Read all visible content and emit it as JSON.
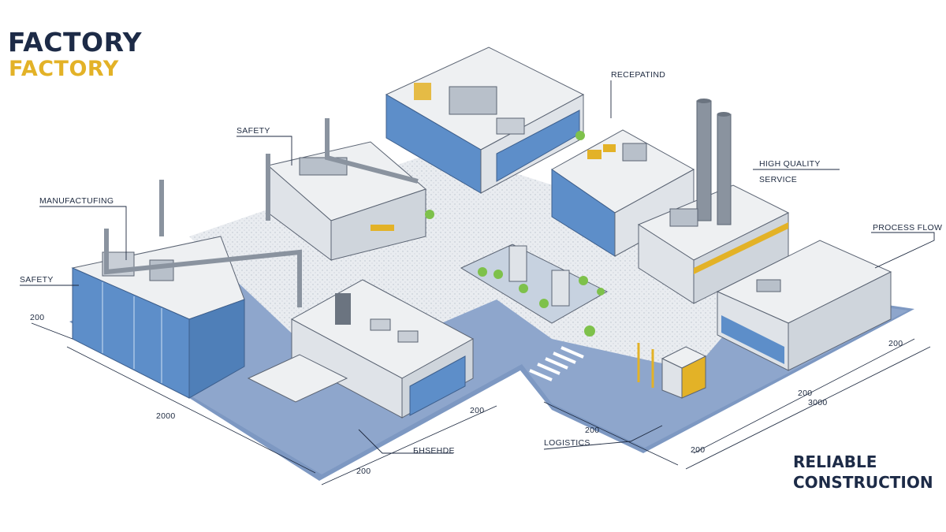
{
  "title": {
    "line1": "FACTORY",
    "line2": "FACTORY"
  },
  "callouts": {
    "manufacturing": "MANUFACTUFING",
    "safety_top": "SAFETY",
    "safety_left": "SAFETY",
    "reception": "RECEPATIND",
    "high_quality": "HIGH QUALITY",
    "service": "SERVICE",
    "process_flow": "PROCESS FLOW",
    "logistics": "LOGISTICS",
    "warehouse": "БНSEHDE"
  },
  "dimensions": {
    "d_left": "200",
    "d_front_left": "2000",
    "d_front_mid": "200",
    "d_bottom_left": "200",
    "d_logistics": "200",
    "d_right_a": "200",
    "d_right_b": "3000",
    "d_right_c": "200",
    "d_right_top": "200"
  },
  "tagline": {
    "line1": "RELIABLE",
    "line2": "CONSTRUCTION"
  },
  "colors": {
    "navy": "#1d2b47",
    "accent_yellow": "#e3b227",
    "ground": "#7d98c2",
    "glass": "#5d8ec9",
    "wall": "#dfe3e8",
    "roof": "#eef0f2"
  }
}
